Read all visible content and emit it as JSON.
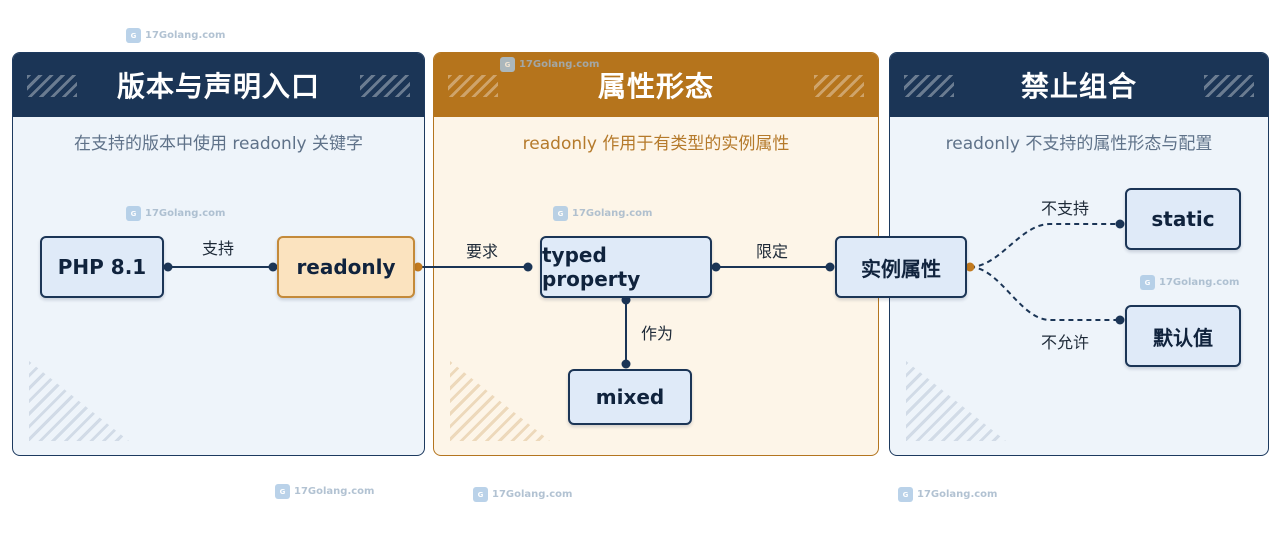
{
  "panels": [
    {
      "title": "版本与声明入口",
      "subtitle": "在支持的版本中使用 readonly 关键字"
    },
    {
      "title": "属性形态",
      "subtitle": "readonly 作用于有类型的实例属性"
    },
    {
      "title": "禁止组合",
      "subtitle": "readonly 不支持的属性形态与配置"
    }
  ],
  "nodes": {
    "php": "PHP 8.1",
    "readonly": "readonly",
    "typed": "typed property",
    "mixed": "mixed",
    "instance": "实例属性",
    "static": "static",
    "default": "默认值"
  },
  "edges": {
    "supports": "支持",
    "requires": "要求",
    "as": "作为",
    "limited": "限定",
    "not_supported": "不支持",
    "not_allowed": "不允许"
  },
  "watermark": "17Golang.com",
  "colors": {
    "navy": "#1b3556",
    "orange": "#b5741c",
    "highlight": "#fbe3bf"
  }
}
